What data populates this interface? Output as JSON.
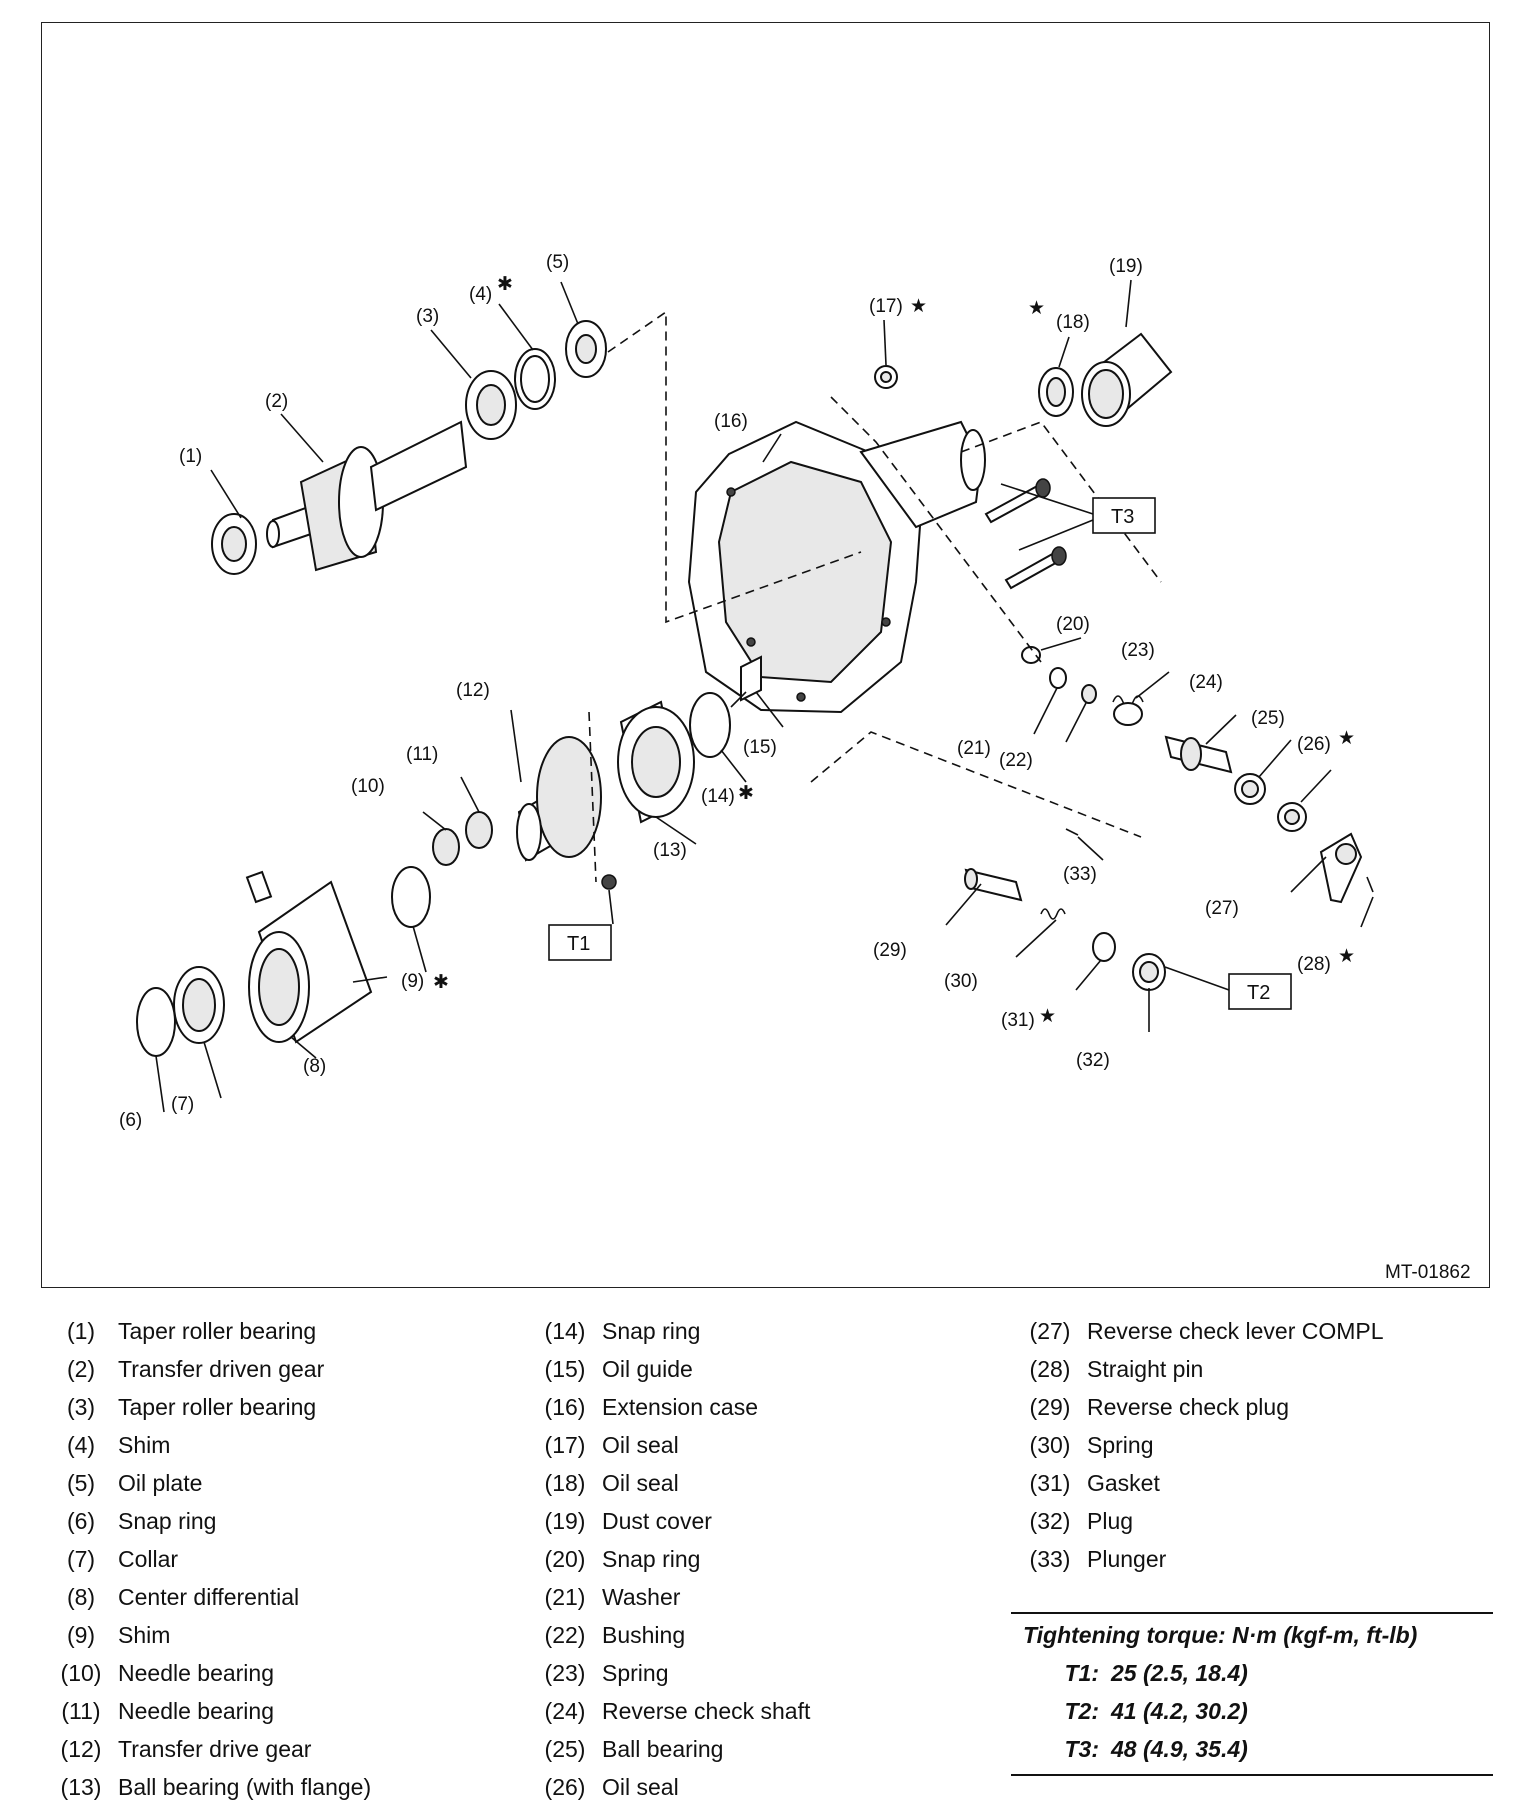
{
  "figure_code": "MT-01862",
  "callouts": {
    "c1": "(1)",
    "c2": "(2)",
    "c3": "(3)",
    "c4": "(4)",
    "c5": "(5)",
    "c6": "(6)",
    "c7": "(7)",
    "c8": "(8)",
    "c9": "(9)",
    "c10": "(10)",
    "c11": "(11)",
    "c12": "(12)",
    "c13": "(13)",
    "c14": "(14)",
    "c15": "(15)",
    "c16": "(16)",
    "c17": "(17)",
    "c18": "(18)",
    "c19": "(19)",
    "c20": "(20)",
    "c21": "(21)",
    "c22": "(22)",
    "c23": "(23)",
    "c24": "(24)",
    "c25": "(25)",
    "c26": "(26)",
    "c27": "(27)",
    "c28": "(28)",
    "c29": "(29)",
    "c30": "(30)",
    "c31": "(31)",
    "c32": "(32)",
    "c33": "(33)"
  },
  "marks": {
    "asterisk": "✱",
    "star": "★"
  },
  "torque_boxes": {
    "t1": "T1",
    "t2": "T2",
    "t3": "T3"
  },
  "parts_col1": [
    {
      "num": "(1)",
      "name": "Taper roller bearing"
    },
    {
      "num": "(2)",
      "name": "Transfer driven gear"
    },
    {
      "num": "(3)",
      "name": "Taper roller bearing"
    },
    {
      "num": "(4)",
      "name": "Shim"
    },
    {
      "num": "(5)",
      "name": "Oil plate"
    },
    {
      "num": "(6)",
      "name": "Snap ring"
    },
    {
      "num": "(7)",
      "name": "Collar"
    },
    {
      "num": "(8)",
      "name": "Center differential"
    },
    {
      "num": "(9)",
      "name": "Shim"
    },
    {
      "num": "(10)",
      "name": "Needle bearing"
    },
    {
      "num": "(11)",
      "name": "Needle bearing"
    },
    {
      "num": "(12)",
      "name": "Transfer drive gear"
    },
    {
      "num": "(13)",
      "name": "Ball bearing (with flange)"
    }
  ],
  "parts_col2": [
    {
      "num": "(14)",
      "name": "Snap ring"
    },
    {
      "num": "(15)",
      "name": "Oil guide"
    },
    {
      "num": "(16)",
      "name": "Extension case"
    },
    {
      "num": "(17)",
      "name": "Oil seal"
    },
    {
      "num": "(18)",
      "name": "Oil seal"
    },
    {
      "num": "(19)",
      "name": "Dust cover"
    },
    {
      "num": "(20)",
      "name": "Snap ring"
    },
    {
      "num": "(21)",
      "name": "Washer"
    },
    {
      "num": "(22)",
      "name": "Bushing"
    },
    {
      "num": "(23)",
      "name": "Spring"
    },
    {
      "num": "(24)",
      "name": "Reverse check shaft"
    },
    {
      "num": "(25)",
      "name": "Ball bearing"
    },
    {
      "num": "(26)",
      "name": "Oil seal"
    }
  ],
  "parts_col3": [
    {
      "num": "(27)",
      "name": "Reverse check lever COMPL"
    },
    {
      "num": "(28)",
      "name": "Straight pin"
    },
    {
      "num": "(29)",
      "name": "Reverse check plug"
    },
    {
      "num": "(30)",
      "name": "Spring"
    },
    {
      "num": "(31)",
      "name": "Gasket"
    },
    {
      "num": "(32)",
      "name": "Plug"
    },
    {
      "num": "(33)",
      "name": "Plunger"
    }
  ],
  "torque": {
    "header": "Tightening torque: N·m (kgf-m, ft-lb)",
    "rows": [
      {
        "key": "T1:",
        "value": "25 (2.5, 18.4)"
      },
      {
        "key": "T2:",
        "value": "41 (4.2, 30.2)"
      },
      {
        "key": "T3:",
        "value": "48 (4.9, 35.4)"
      }
    ]
  }
}
